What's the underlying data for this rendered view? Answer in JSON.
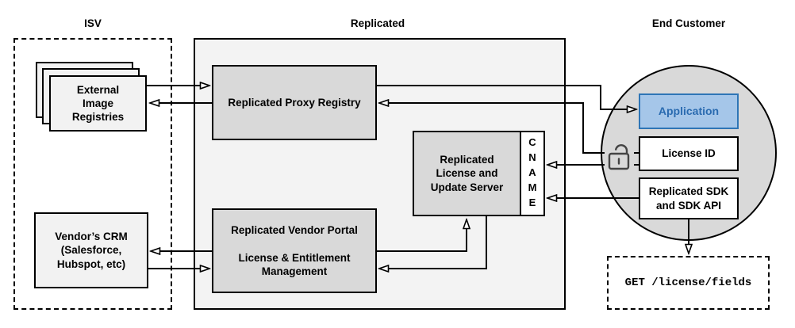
{
  "titles": {
    "isv": "ISV",
    "replicated": "Replicated",
    "end_customer": "End Customer"
  },
  "nodes": {
    "external_registries": "External\nImage\nRegistries",
    "vendor_crm": "Vendor’s CRM\n(Salesforce,\nHubspot, etc)",
    "proxy_registry": "Replicated Proxy Registry",
    "license_update_server": "Replicated\nLicense and\nUpdate Server",
    "cname": "CNAME",
    "vendor_portal": "Replicated Vendor Portal\n\nLicense & Entitlement\nManagement",
    "application": "Application",
    "license_id": "License ID",
    "sdk": "Replicated SDK\nand SDK API",
    "api_call": "GET /license/fields"
  },
  "icons": {
    "lock": "open-padlock-icon"
  },
  "colors": {
    "accent_blue_fill": "#a5c6e9",
    "accent_blue_border": "#2e75b6",
    "accent_blue_text": "#2a6bb0",
    "node_gray": "#d9d9d9",
    "container_gray": "#f3f3f3",
    "light_gray": "#f2f2f2",
    "line_black": "#000000"
  }
}
